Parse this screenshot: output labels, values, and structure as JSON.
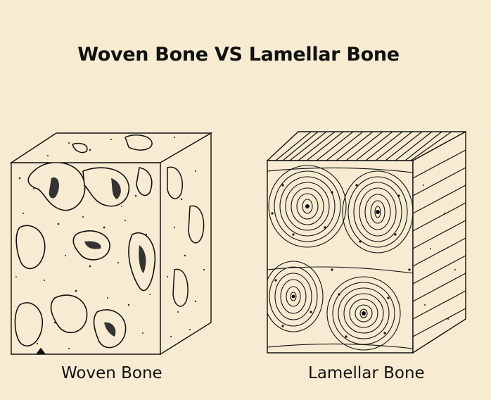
{
  "title": "Woven Bone VS Lamellar Bone",
  "panels": [
    {
      "caption": "Woven Bone",
      "illustration": "woven-bone-block-illustration"
    },
    {
      "caption": "Lamellar Bone",
      "illustration": "lamellar-bone-block-illustration"
    }
  ],
  "colors": {
    "background": "#f7ecd2",
    "ink": "#111111"
  }
}
